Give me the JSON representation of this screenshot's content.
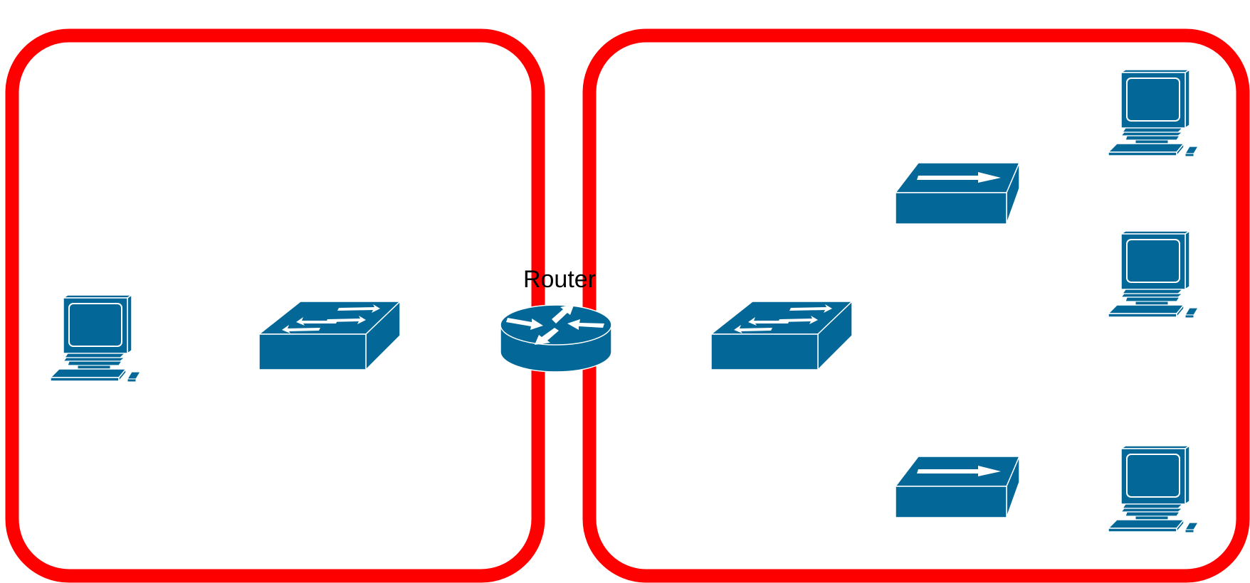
{
  "colors": {
    "zone_border": "#ff0000",
    "device_fill": "#036897",
    "device_line": "#ffffff",
    "label": "#000000",
    "background": "#ffffff"
  },
  "zones": [
    {
      "name": "left-network-zone"
    },
    {
      "name": "right-network-zone"
    }
  ],
  "router": {
    "label": "Router",
    "icon": "router-icon"
  },
  "devices": {
    "left_pc": {
      "icon": "desktop-computer-icon"
    },
    "left_switch": {
      "icon": "workgroup-switch-icon"
    },
    "right_switch": {
      "icon": "workgroup-switch-icon"
    },
    "hub_top": {
      "icon": "hub-icon"
    },
    "hub_bottom": {
      "icon": "hub-icon"
    },
    "pc_top": {
      "icon": "desktop-computer-icon"
    },
    "pc_middle": {
      "icon": "desktop-computer-icon"
    },
    "pc_bottom": {
      "icon": "desktop-computer-icon"
    }
  }
}
